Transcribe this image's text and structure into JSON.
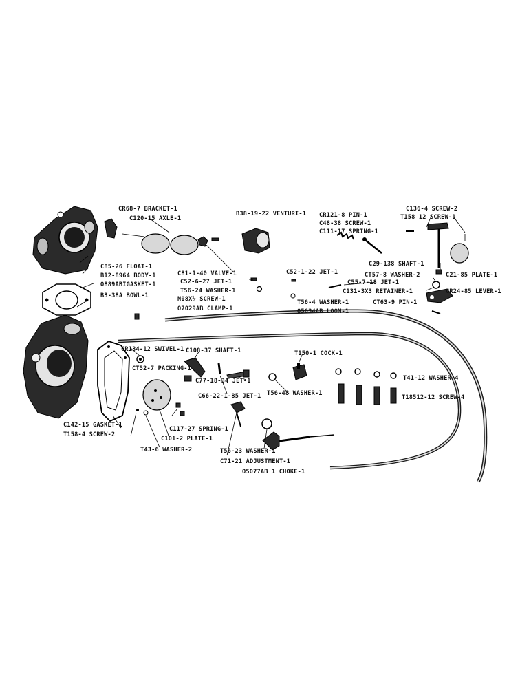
{
  "labels": {
    "bracket": "CR68-7 BRACKET-1",
    "axle": "C120-15 AXLE-1",
    "venturi": "B38-19-22 VENTURI-1",
    "pin_top": "CR121-8 PIN-1",
    "screw_c136": "C136-4 SCREW-2",
    "screw_c48": "C48-38 SCREW-1",
    "screw_t158": "T158 12 SCREW-1",
    "spring_c111": "C111-17 SPRING-1",
    "float": "C85-26 FLOAT-1",
    "body": "B12-8964 BODY-1",
    "gasket_0889": "O889ABIGASKET-1",
    "bowl": "B3-38A BOWL-1",
    "valve": "C81-1-40 VALVE-1",
    "jet_c52_6": "C52-6-27 JET-1",
    "washer_t56_24": "T56-24 WASHER-1",
    "shaft_c29": "C29-138 SHAFT-1",
    "jet_c52_1": "C52-1-22 JET-1",
    "washer_ct57": "CT57-8 WASHER-2",
    "plate_c21": "C21-85 PLATE-1",
    "jet_c55": "C55-7-18 JET-1",
    "retainer": "C131-3X3 RETAINER-1",
    "lever": "CR24-85 LEVER-1",
    "washer_t56_4": "T56-4 WASHER-1",
    "pin_ct63": "CT63-9 PIN-1",
    "loom": "O5634AB LOOM-1",
    "screw_n08": "N08X¼ SCREW-1",
    "clamp": "O7029AB CLAMP-1",
    "swivel": "CR134-12 SWIVEL-1",
    "shaft_c108": "C108-37 SHAFT-1",
    "cock": "T150-1 COCK-1",
    "packing": "CT52-7 PACKING-1",
    "jet_c77": "C77-18-34 JET-1",
    "washer_t41": "T41-12 WASHER-4",
    "jet_c66": "C66-22-1-85 JET-1",
    "washer_t56_48": "T56-48 WASHER-1",
    "screw_t18512": "T18512-12 SCREW-4",
    "gasket_c142": "C142-15 GASKET-1",
    "screw_t158_4": "T158-4 SCREW-2",
    "spring_c117": "C117-27 SPRING-1",
    "plate_c101": "C101-2 PLATE-1",
    "washer_t43": "T43-6 WASHER-2",
    "washer_t56_23": "T56-23 WASHER-1",
    "adjustment": "C71-21 ADJUSTMENT-1",
    "choke": "O5077AB 1 CHOKE-1"
  }
}
